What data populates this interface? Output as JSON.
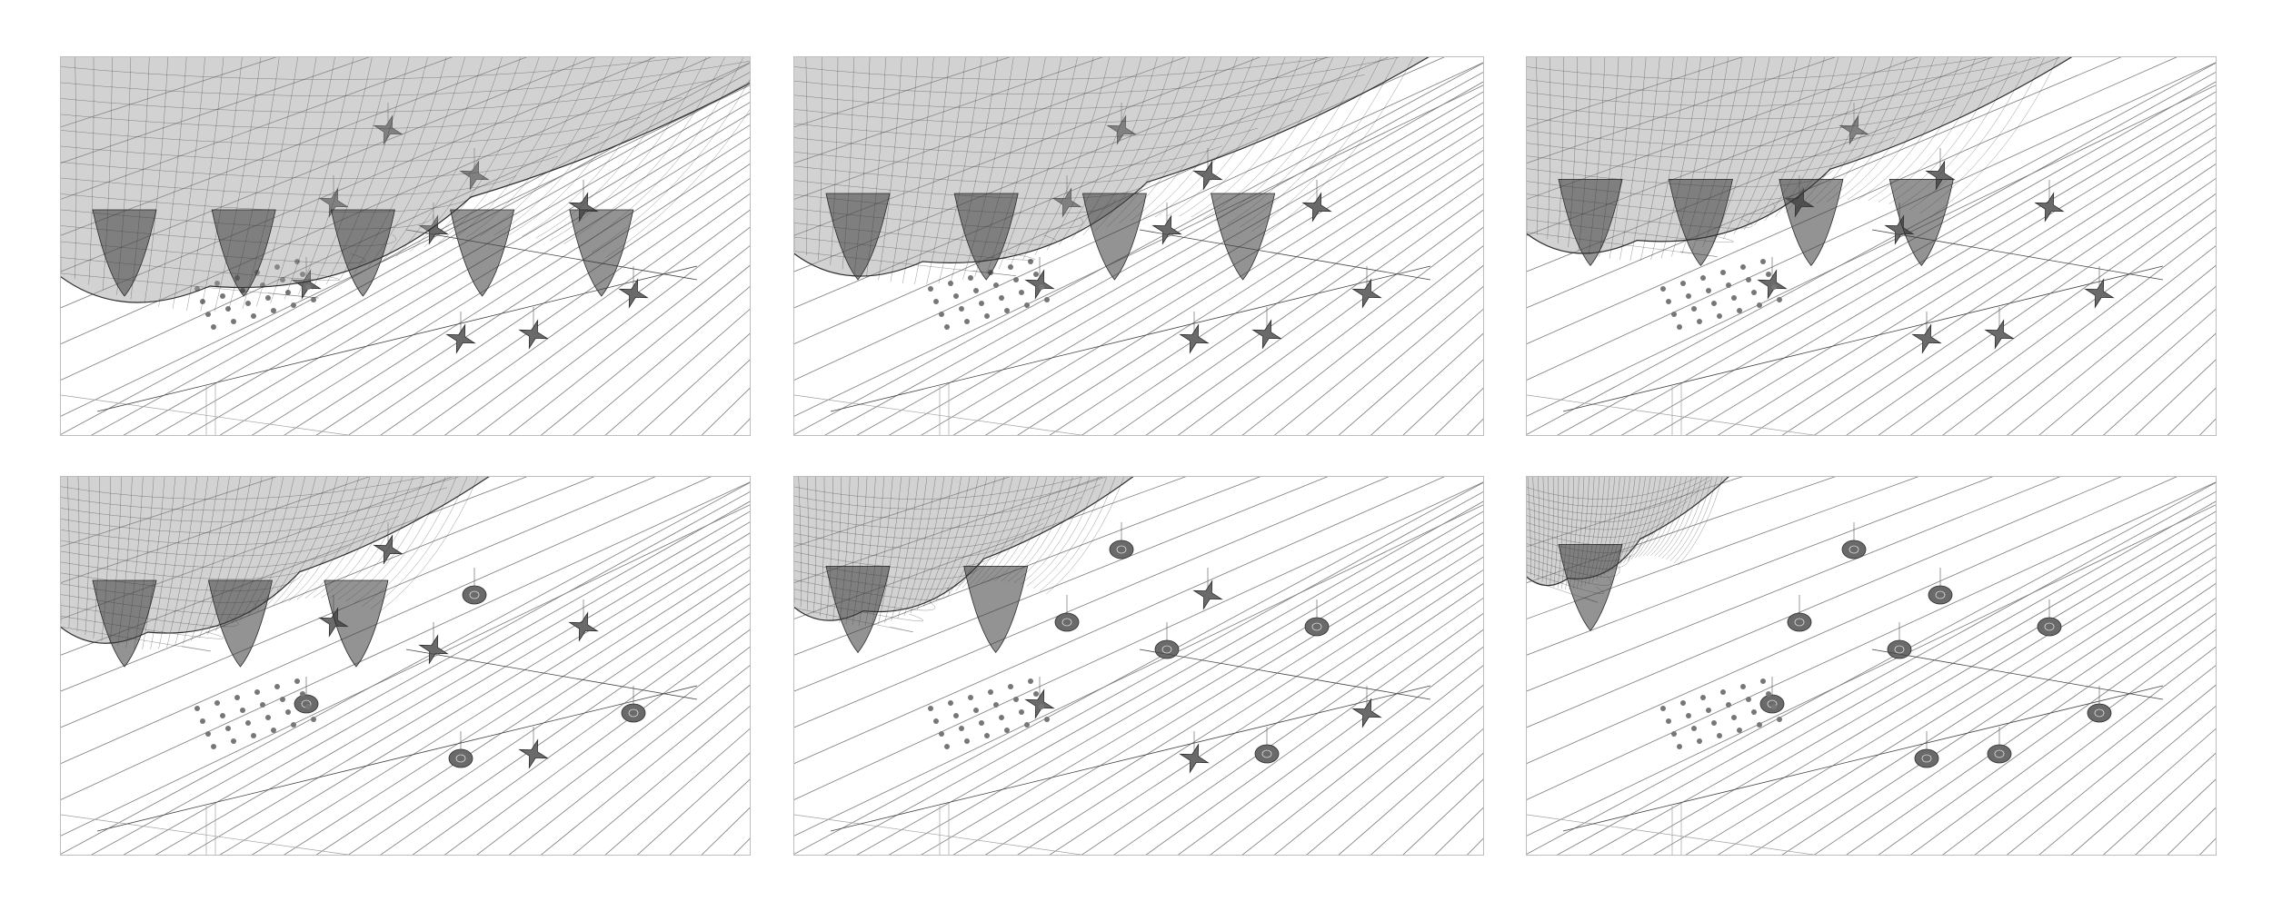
{
  "figure": {
    "panels": [
      {
        "canopy_coverage": 1.0,
        "mobile_shape": "star"
      },
      {
        "canopy_coverage": 0.85,
        "mobile_shape": "star"
      },
      {
        "canopy_coverage": 0.72,
        "mobile_shape": "star"
      },
      {
        "canopy_coverage": 0.55,
        "mobile_shape": "mixed"
      },
      {
        "canopy_coverage": 0.42,
        "mobile_shape": "mixed"
      },
      {
        "canopy_coverage": 0.22,
        "mobile_shape": "disc"
      }
    ],
    "colors": {
      "line": "#2b2b2b",
      "grid": "#7a7a7a",
      "canopy_fill": "#9c9c9c",
      "canopy_dark": "#3a3a3a",
      "border": "#bdbdbd"
    }
  }
}
